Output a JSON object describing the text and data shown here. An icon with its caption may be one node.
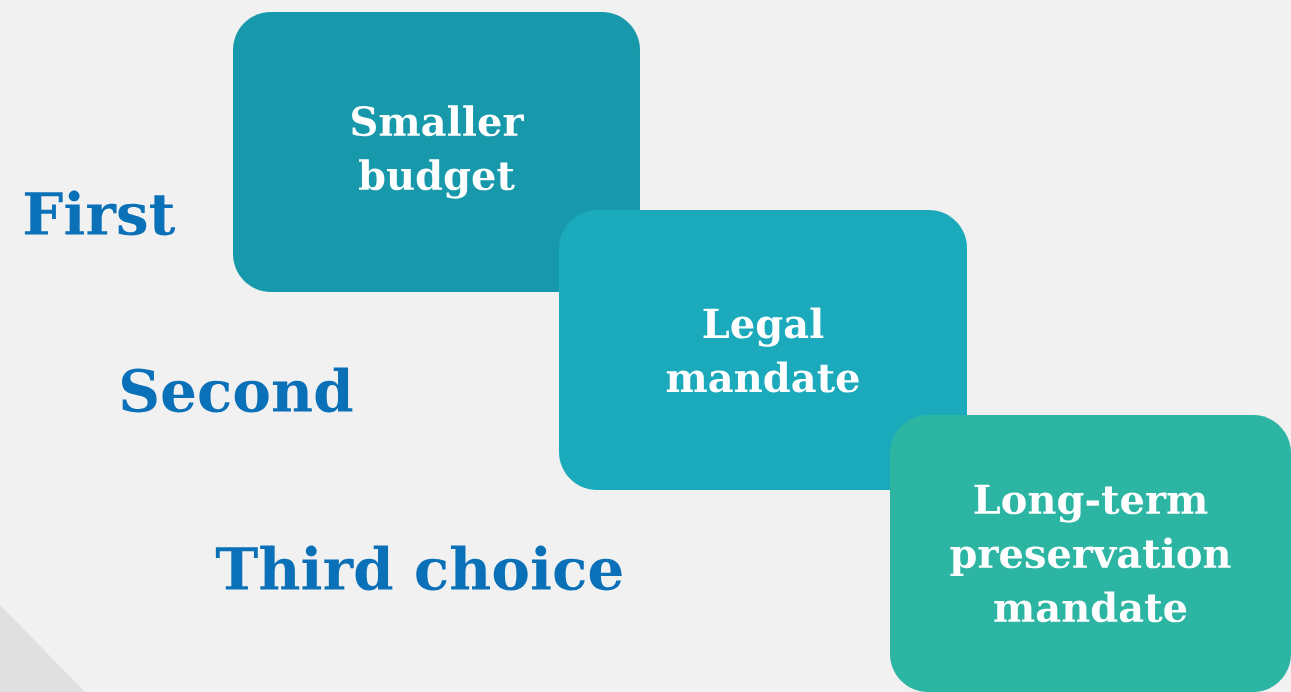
{
  "diagram": {
    "nodes": [
      {
        "text": [
          "Smaller budget"
        ]
      },
      {
        "text": [
          "Legal mandate"
        ]
      },
      {
        "text": [
          "Long-term preservation mandate"
        ]
      }
    ],
    "labels": [
      "First",
      "Second",
      "Third choice"
    ]
  }
}
